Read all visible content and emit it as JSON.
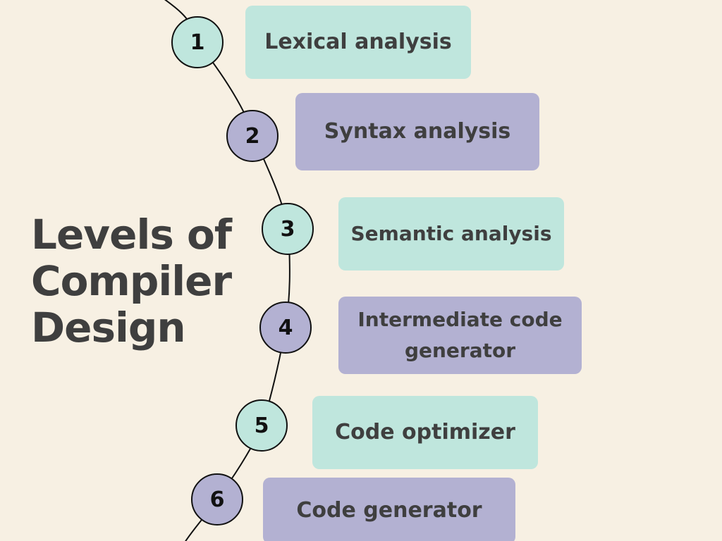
{
  "colors": {
    "background": "#F7F0E3",
    "teal": "#BFE6DD",
    "lavender": "#B3B1D2",
    "text": "#3F3F3F",
    "line": "#111111"
  },
  "title": {
    "line1": "Levels of",
    "line2": "Compiler",
    "line3": "Design"
  },
  "steps": [
    {
      "number": "1",
      "label": "Lexical analysis",
      "color": "teal"
    },
    {
      "number": "2",
      "label": "Syntax analysis",
      "color": "lavender"
    },
    {
      "number": "3",
      "label": "Semantic analysis",
      "color": "teal"
    },
    {
      "number": "4",
      "label": "Intermediate code generator",
      "color": "lavender"
    },
    {
      "number": "5",
      "label": "Code optimizer",
      "color": "teal"
    },
    {
      "number": "6",
      "label": "Code generator",
      "color": "lavender"
    }
  ]
}
